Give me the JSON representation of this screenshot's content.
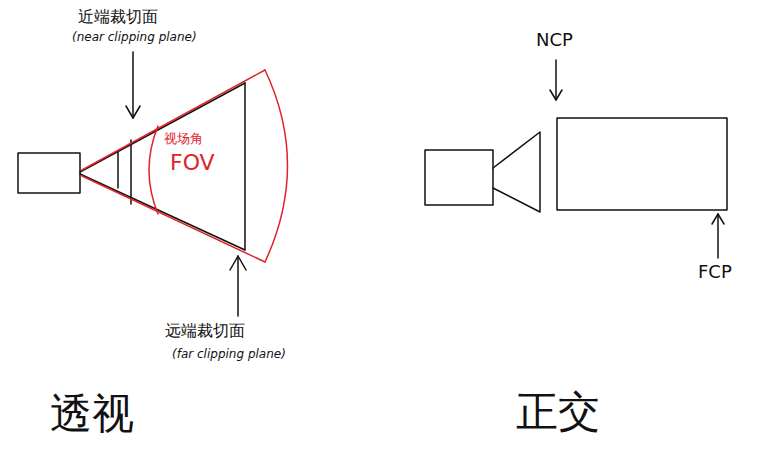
{
  "diagram": {
    "labels": [
      "近端裁切面",
      "(near clipping plane)",
      "视场角",
      "FOV",
      "远端裁切面",
      "(far clipping plane)",
      "透视",
      "NCP",
      "FCP",
      "正交"
    ]
  }
}
